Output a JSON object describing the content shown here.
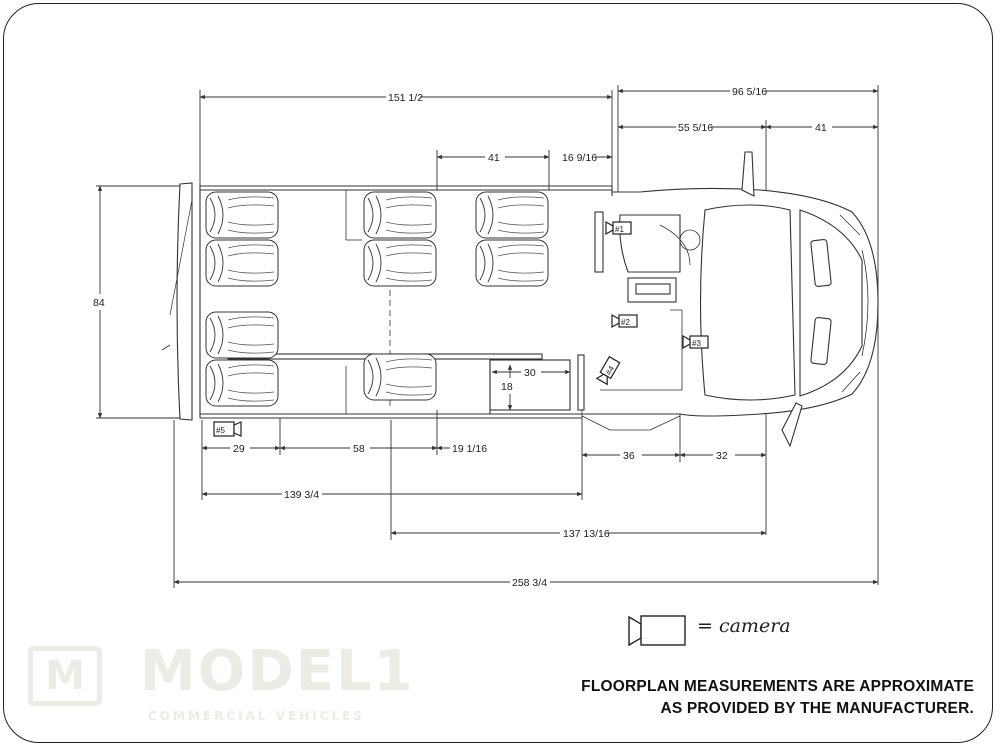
{
  "dimensions": {
    "overall_length": "258 3/4",
    "cabin_length": "151 1/2",
    "front_section": "96 5/16",
    "front_inner": "55 5/16",
    "front_nose": "41",
    "seat_spacing": "41",
    "step_gap": "16 9/16",
    "width": "84",
    "rear_seat_depth": "29",
    "side_span": "58",
    "aisle_offset": "19 1/16",
    "door_to_cab": "36",
    "cab_to_axle": "32",
    "rear_to_door": "139 3/4",
    "wheelbase": "137 13/16",
    "locker_width": "30",
    "locker_depth": "18"
  },
  "cameras": [
    "#1",
    "#2",
    "#3",
    "#4",
    "#5"
  ],
  "legend": {
    "equals_camera": "= camera"
  },
  "note": {
    "line1": "FLOORPLAN MEASUREMENTS ARE APPROXIMATE",
    "line2": "AS PROVIDED BY THE MANUFACTURER."
  },
  "logo": {
    "badge_letter": "M",
    "name": "MODEL1",
    "tagline": "COMMERCIAL VEHICLES"
  }
}
